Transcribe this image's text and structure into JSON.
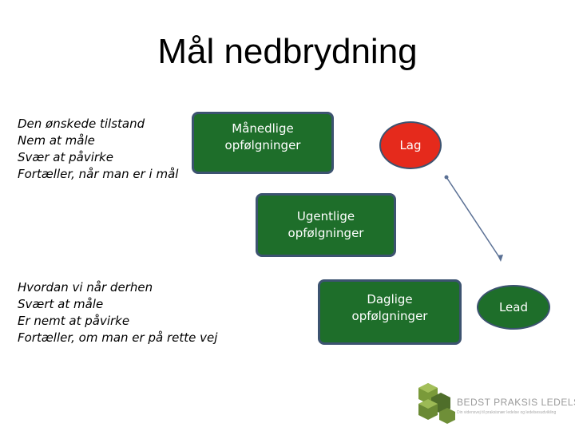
{
  "title": "Mål nedbrydning",
  "top_note": [
    "Den ønskede tilstand",
    "Nem at måle",
    "Svær at påvirke",
    "Fortæller, når man er i mål"
  ],
  "bottom_note": [
    "Hvordan vi når derhen",
    "Svært at måle",
    "Er nemt at påvirke",
    "Fortæller, om man er på rette vej"
  ],
  "boxes": {
    "monthly": "Månedlige\nopfølgninger",
    "weekly": "Ugentlige\nopfølgninger",
    "daily": "Daglige\nopfølgninger"
  },
  "ovals": {
    "lag": "Lag",
    "lead": "Lead"
  },
  "logo": {
    "name": "BEDST PRAKSIS LEDELSE",
    "tagline": "Din vidensvej til praksisnær ledelse og ledelsesudvikling"
  },
  "colors": {
    "box_fill": "#1e6e2a",
    "lag_fill": "#e52a1c",
    "lead_fill": "#1e6e2a",
    "border": "#3c5370"
  }
}
